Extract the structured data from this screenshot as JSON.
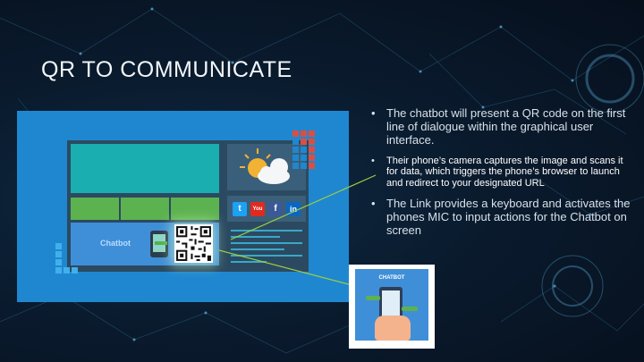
{
  "slide": {
    "title": "QR TO COMMUNICATE",
    "bullets": [
      "The chatbot will present a QR code on the first line of dialogue within the graphical user interface.",
      "Their phone’s camera captures the image and scans it for data, which triggers the phone’s browser to launch and redirect to your designated URL",
      "The Link provides a keyboard and activates the phones MIC to input actions for the Chatbot on screen"
    ]
  },
  "illustration": {
    "chatbot_label": "Chatbot",
    "social_icons": [
      "t",
      "You",
      "f",
      "in"
    ],
    "card_title": "CHATBOT"
  },
  "colors": {
    "panel_blue": "#1f87d0",
    "teal": "#1aaeb0",
    "green": "#5db250",
    "pointer_line": "#9ccf3f"
  }
}
